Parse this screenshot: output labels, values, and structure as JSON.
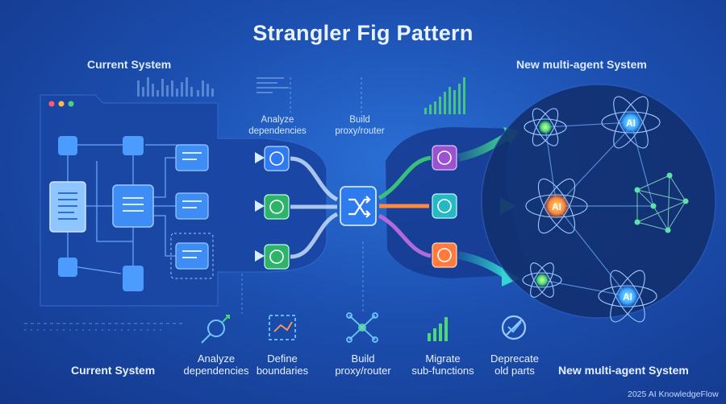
{
  "title": "Strangler Fig Pattern",
  "header": {
    "left_label": "Current System",
    "right_label": "New multi-agent System"
  },
  "flow_labels": {
    "analyze": "Analyze\ndependencies",
    "build": "Build\nproxy/router"
  },
  "nodes": {
    "ai_top": "AI",
    "ai_middle": "AI",
    "ai_bottom": "AI"
  },
  "steps": [
    {
      "label": "Analyze\ndependencies",
      "icon": "magnify-icon"
    },
    {
      "label": "Define\nboundaries",
      "icon": "boundary-icon"
    },
    {
      "label": "Build\nproxy/router",
      "icon": "network-icon"
    },
    {
      "label": "Migrate\nsub-functions",
      "icon": "bar-chart-icon"
    },
    {
      "label": "Deprecate\nold parts",
      "icon": "cancel-icon"
    }
  ],
  "footer": {
    "left": "Current System",
    "right": "New multi-agent System",
    "copyright": "2025 AI KnowledgeFlow"
  },
  "colors": {
    "accent_green": "#3dd68c",
    "accent_orange": "#ff8a3d",
    "accent_purple": "#b06ad9",
    "router_blue": "#2e7bf0"
  }
}
